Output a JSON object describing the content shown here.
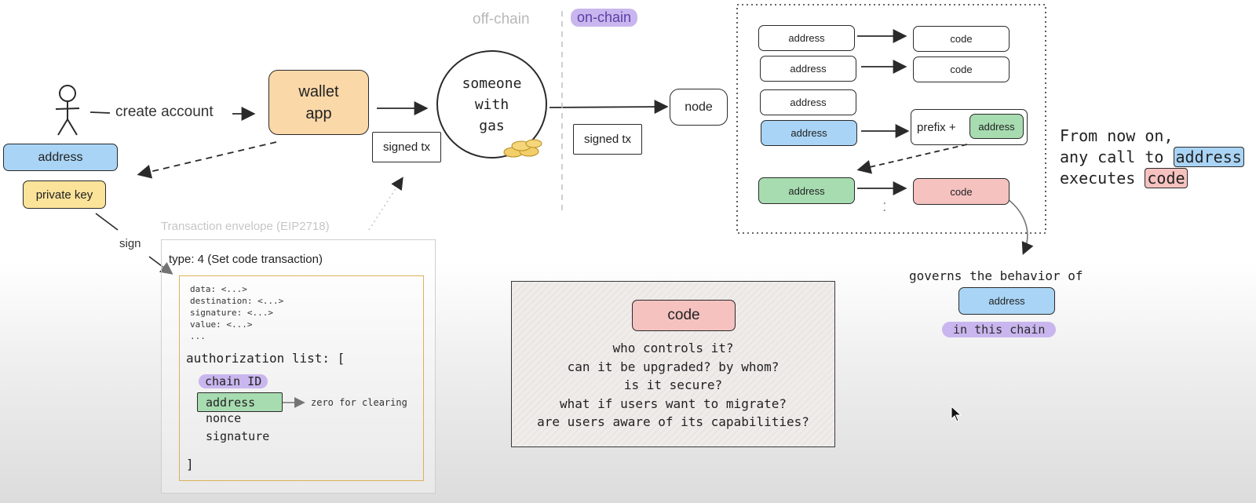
{
  "labels": {
    "off_chain": "off-chain",
    "on_chain": "on-chain",
    "create_account": "create account",
    "wallet_app": [
      "wallet",
      "app"
    ],
    "someone_with_gas": [
      "someone",
      "with",
      "gas"
    ],
    "signed_tx": "signed tx",
    "node": "node",
    "address": "address",
    "private_key": "private key",
    "sign": "sign",
    "envelope_caption": "Transaction envelope (EIP2718)",
    "tx_type": "type: 4 (Set code transaction)"
  },
  "registry": {
    "rows": [
      {
        "left": "address",
        "right": "code"
      },
      {
        "left": "address",
        "right": "code"
      },
      {
        "left": "address",
        "right": ""
      },
      {
        "left": "address",
        "right_prefix": "prefix +",
        "right_address": "address"
      },
      {
        "left": "address",
        "right": "code"
      }
    ],
    "ellipsis": ":"
  },
  "statement": {
    "line1": "From now on,",
    "line2_prefix": "any call to",
    "line2_highlight": "address",
    "line3_prefix": "executes",
    "line3_highlight": "code"
  },
  "governs": {
    "text": "governs the behavior of",
    "address": "address",
    "chain": "in this chain"
  },
  "envelope": {
    "fields": [
      "data: <...>",
      "destination: <...>",
      "signature: <...>",
      "value: <...>",
      "..."
    ],
    "auth_open": "authorization list: [",
    "chain_id": "chain ID",
    "address": "address",
    "zero_note": "zero for clearing",
    "nonce": "nonce",
    "signature": "signature",
    "close": "]"
  },
  "questions": {
    "title": "code",
    "items": [
      "who controls it?",
      "can it be upgraded? by whom?",
      "is it secure?",
      "what if users want to migrate?",
      "are users aware of its capabilities?"
    ]
  },
  "colors": {
    "blue": "#a9d4f5",
    "green": "#a7dcb1",
    "pink": "#f5c2c0",
    "yellow": "#fbe39a",
    "orange": "#fbd8a8",
    "lavender": "#c9b6ee",
    "gold_border": "#d9b25a"
  }
}
